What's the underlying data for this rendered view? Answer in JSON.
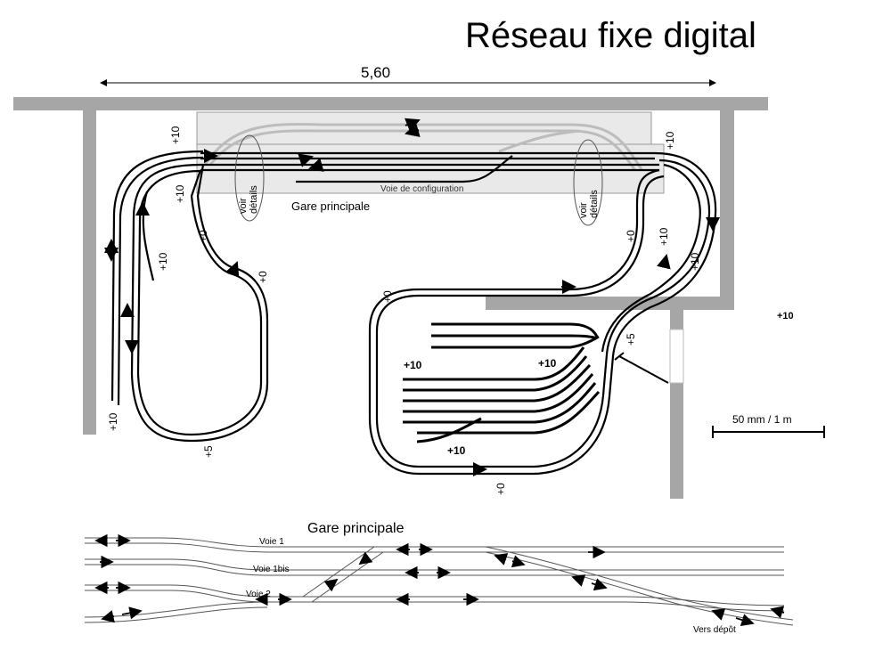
{
  "title": "Réseau fixe digital",
  "dimension": "5,60",
  "scale_label": "50 mm / 1 m",
  "station_label": "Gare principale",
  "config_track_label": "Voie de configuration",
  "detail_labels": [
    "voir",
    "détails"
  ],
  "elevation_labels": {
    "e1": "+10",
    "e2": "+10",
    "e3": "+10",
    "e4": "+10",
    "e5": "+10",
    "e6": "+0",
    "e7": "+0",
    "e8": "+5",
    "e9": "+10",
    "e10": "+0",
    "e11": "+10",
    "e12": "+0",
    "e13": "+5",
    "e14": "+10",
    "e15": "+10",
    "e16": "+10",
    "e17": "+0",
    "e18": "+10"
  },
  "detail_diagram": {
    "title": "Gare principale",
    "track_labels": [
      "Voie 1",
      "Voie 1bis",
      "Voie 2"
    ],
    "exit_label": "Vers dépôt"
  }
}
